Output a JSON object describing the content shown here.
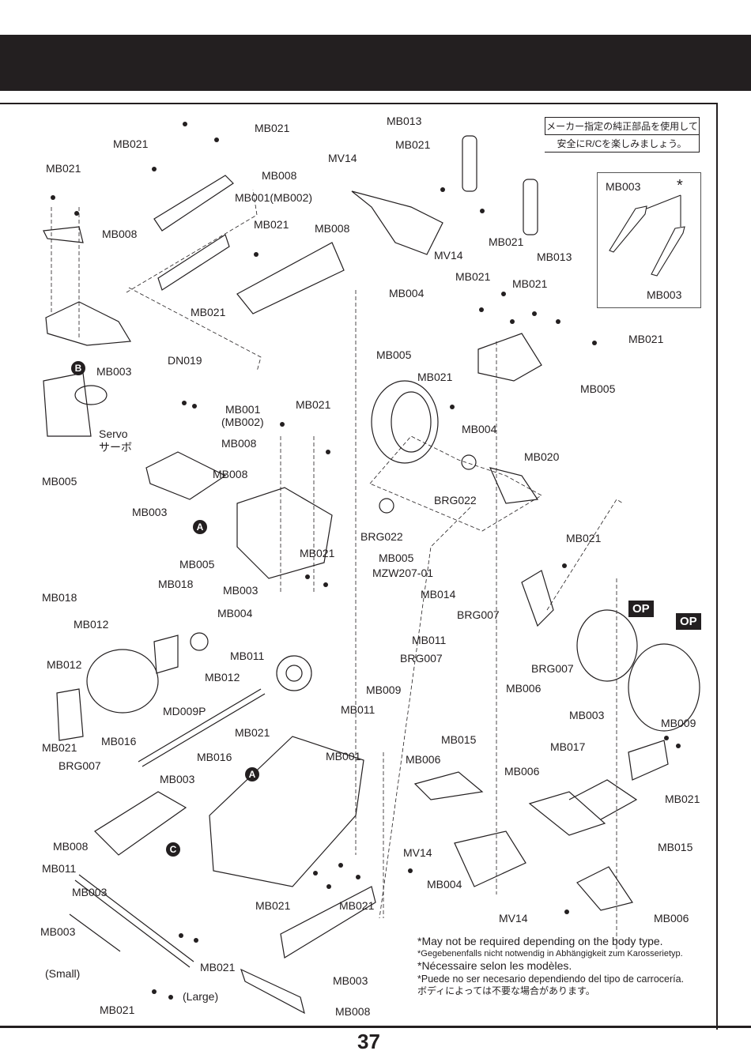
{
  "page": {
    "number": "37"
  },
  "notice": {
    "line1": "メーカー指定の純正部品を使用して",
    "line2": "安全にR/Cを楽しみましょう。"
  },
  "inset": {
    "label_top": "MB003",
    "label_bottom": "MB003",
    "asterisk": "*"
  },
  "footnote": {
    "en": "*May not be required depending on the body type.",
    "de": "*Gegebenenfalls nicht notwendig in Abhängigkeit zum Karosserietyp.",
    "fr": "*Nécessaire selon les modèles.",
    "es": "*Puede no ser necesario dependiendo del tipo de carrocería.",
    "ja": "ボディによっては不要な場合があります。"
  },
  "markers": {
    "a": "A",
    "b": "B",
    "c": "C",
    "op": "OP"
  },
  "labels": [
    {
      "id": "mb021-top",
      "text": "MB021"
    },
    {
      "id": "mb021-a",
      "text": "MB021"
    },
    {
      "id": "mb021-b",
      "text": "MB021"
    },
    {
      "id": "mb008-a",
      "text": "MB008"
    },
    {
      "id": "mb008-b",
      "text": "MB008"
    },
    {
      "id": "mb001-mb002",
      "text": "MB001(MB002)"
    },
    {
      "id": "mb021-c",
      "text": "MB021"
    },
    {
      "id": "mb008-c",
      "text": "MB008"
    },
    {
      "id": "mb021-nuts",
      "text": "MB021"
    },
    {
      "id": "mb003-a",
      "text": "MB003"
    },
    {
      "id": "dn019",
      "text": "DN019"
    },
    {
      "id": "servo",
      "text": "Servo"
    },
    {
      "id": "servo-ja",
      "text": "サーボ"
    },
    {
      "id": "mb001-b",
      "text": "MB001"
    },
    {
      "id": "mb002-b",
      "text": "(MB002)"
    },
    {
      "id": "mb021-d",
      "text": "MB021"
    },
    {
      "id": "mb008-d",
      "text": "MB008"
    },
    {
      "id": "mb008-e",
      "text": "MB008"
    },
    {
      "id": "mb003-b",
      "text": "MB003"
    },
    {
      "id": "mb005-a",
      "text": "MB005"
    },
    {
      "id": "mb005-b",
      "text": "MB005"
    },
    {
      "id": "mb018-a",
      "text": "MB018"
    },
    {
      "id": "mb018-b",
      "text": "MB018"
    },
    {
      "id": "mb012-a",
      "text": "MB012"
    },
    {
      "id": "mb003-c",
      "text": "MB003"
    },
    {
      "id": "mb021-e",
      "text": "MB021"
    },
    {
      "id": "mb004-a",
      "text": "MB004"
    },
    {
      "id": "mb013-a",
      "text": "MB013"
    },
    {
      "id": "mb021-f",
      "text": "MB021"
    },
    {
      "id": "mv14-a",
      "text": "MV14"
    },
    {
      "id": "mv14-b",
      "text": "MV14"
    },
    {
      "id": "mb021-g",
      "text": "MB021"
    },
    {
      "id": "mb013-b",
      "text": "MB013"
    },
    {
      "id": "mb004-b",
      "text": "MB004"
    },
    {
      "id": "mb021-h",
      "text": "MB021"
    },
    {
      "id": "mb021-i",
      "text": "MB021"
    },
    {
      "id": "mb021-j",
      "text": "MB021"
    },
    {
      "id": "mb005-c",
      "text": "MB005"
    },
    {
      "id": "mb021-k",
      "text": "MB021"
    },
    {
      "id": "mb005-d",
      "text": "MB005"
    },
    {
      "id": "mb004-c",
      "text": "MB004"
    },
    {
      "id": "mb020",
      "text": "MB020"
    },
    {
      "id": "brg022-a",
      "text": "BRG022"
    },
    {
      "id": "brg022-b",
      "text": "BRG022"
    },
    {
      "id": "mb005-e",
      "text": "MB005"
    },
    {
      "id": "mzw207",
      "text": "MZW207-01"
    },
    {
      "id": "mb014",
      "text": "MB014"
    },
    {
      "id": "brg007-a",
      "text": "BRG007"
    },
    {
      "id": "mb021-l",
      "text": "MB021"
    },
    {
      "id": "mb011-a",
      "text": "MB011"
    },
    {
      "id": "brg007-b",
      "text": "BRG007"
    },
    {
      "id": "mb009-a",
      "text": "MB009"
    },
    {
      "id": "mb011-b",
      "text": "MB011"
    },
    {
      "id": "brg007-c",
      "text": "BRG007"
    },
    {
      "id": "mb006-a",
      "text": "MB006"
    },
    {
      "id": "mb009-b",
      "text": "MB009"
    },
    {
      "id": "mb012-b",
      "text": "MB012"
    },
    {
      "id": "mb011-c",
      "text": "MB011"
    },
    {
      "id": "mb012-c",
      "text": "MB012"
    },
    {
      "id": "md009p",
      "text": "MD009P"
    },
    {
      "id": "mb021-m",
      "text": "MB021"
    },
    {
      "id": "mb021-n",
      "text": "MB021"
    },
    {
      "id": "mb016-a",
      "text": "MB016"
    },
    {
      "id": "brg007-d",
      "text": "BRG007"
    },
    {
      "id": "mb016-b",
      "text": "MB016"
    },
    {
      "id": "mb003-d",
      "text": "MB003"
    },
    {
      "id": "mb008-f",
      "text": "MB008"
    },
    {
      "id": "mb011-d",
      "text": "MB011"
    },
    {
      "id": "mb001-c",
      "text": "MB001"
    },
    {
      "id": "mb015-a",
      "text": "MB015"
    },
    {
      "id": "mb006-b",
      "text": "MB006"
    },
    {
      "id": "mv14-c",
      "text": "MV14"
    },
    {
      "id": "mb003-e",
      "text": "MB003"
    },
    {
      "id": "mb017",
      "text": "MB017"
    },
    {
      "id": "mb006-c",
      "text": "MB006"
    },
    {
      "id": "mb021-o",
      "text": "MB021"
    },
    {
      "id": "mb015-b",
      "text": "MB015"
    },
    {
      "id": "mb004-d",
      "text": "MB004"
    },
    {
      "id": "mv14-d",
      "text": "MV14"
    },
    {
      "id": "mb006-d",
      "text": "MB006"
    },
    {
      "id": "mb003-f",
      "text": "MB003"
    },
    {
      "id": "mb003-g",
      "text": "MB003"
    },
    {
      "id": "small",
      "text": "(Small)"
    },
    {
      "id": "mb021-p",
      "text": "MB021"
    },
    {
      "id": "mb021-q",
      "text": "MB021"
    },
    {
      "id": "large",
      "text": "(Large)"
    },
    {
      "id": "mb021-r",
      "text": "MB021"
    },
    {
      "id": "mb021-s",
      "text": "MB021"
    },
    {
      "id": "mb003-h",
      "text": "MB003"
    },
    {
      "id": "mb008-g",
      "text": "MB008"
    }
  ]
}
